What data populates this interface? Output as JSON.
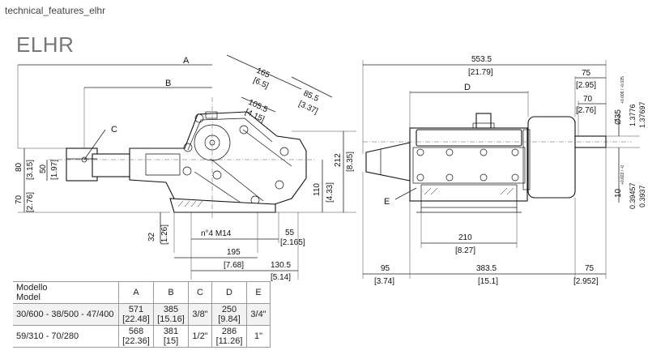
{
  "file_label": "technical_features_elhr",
  "model_title": "ELHR",
  "left_view": {
    "A": "A",
    "B": "B",
    "C": "C",
    "d165": "165",
    "d165_in": "[6.5]",
    "d85_5": "85.5",
    "d85_5_in": "[3.37]",
    "d105_5": "105.5",
    "d105_5_in": "[4.15]",
    "d80": "80",
    "d80_in": "[3.15]",
    "d50": "50",
    "d50_in": "[1.97]",
    "d70": "70",
    "d70_in": "[2.76]",
    "d32": "32",
    "d32_in": "[1.26]",
    "holes": "n°4 M14",
    "d55": "55",
    "d55_in": "[2.165]",
    "d195": "195",
    "d195_in": "[7.68]",
    "d130_5": "130.5",
    "d130_5_in": "[5.14]",
    "d110": "110",
    "d110_in": "[4.33]",
    "d212": "212",
    "d212_in": "[8.35]"
  },
  "right_view": {
    "d553_5": "553.5",
    "d553_5_in": "[21.79]",
    "D": "D",
    "E": "E",
    "d75_top": "75",
    "d75_top_in": "[2.95]",
    "d70": "70",
    "d70_in": "[2.76]",
    "shaft_dia": "Ø35",
    "shaft_tol": "+0.009 / -0.025",
    "shaft_in_a": "1.3776",
    "shaft_in_b": "1.37697",
    "key": "10",
    "key_tol": "+0.022 / -0",
    "key_in_a": "0.39457",
    "key_in_b": "0.3937",
    "d210": "210",
    "d210_in": "[8.27]",
    "d95": "95",
    "d95_in": "[3.74]",
    "d383_5": "383.5",
    "d383_5_in": "[15.1]",
    "d75_bot": "75",
    "d75_bot_in": "[2.952]"
  },
  "table": {
    "head": [
      "Modello",
      "Model"
    ],
    "columns": [
      "A",
      "B",
      "C",
      "D",
      "E"
    ],
    "rows": [
      {
        "model": "30/600 - 38/500 - 47/400",
        "A": "571",
        "A_in": "[22.48]",
        "B": "385",
        "B_in": "[15.16]",
        "C": "3/8\"",
        "D": "250",
        "D_in": "[9.84]",
        "E": "3/4\""
      },
      {
        "model": "59/310 - 70/280",
        "A": "568",
        "A_in": "[22.36]",
        "B": "381",
        "B_in": "[15]",
        "C": "1/2\"",
        "D": "286",
        "D_in": "[11.26]",
        "E": "1\""
      }
    ]
  }
}
